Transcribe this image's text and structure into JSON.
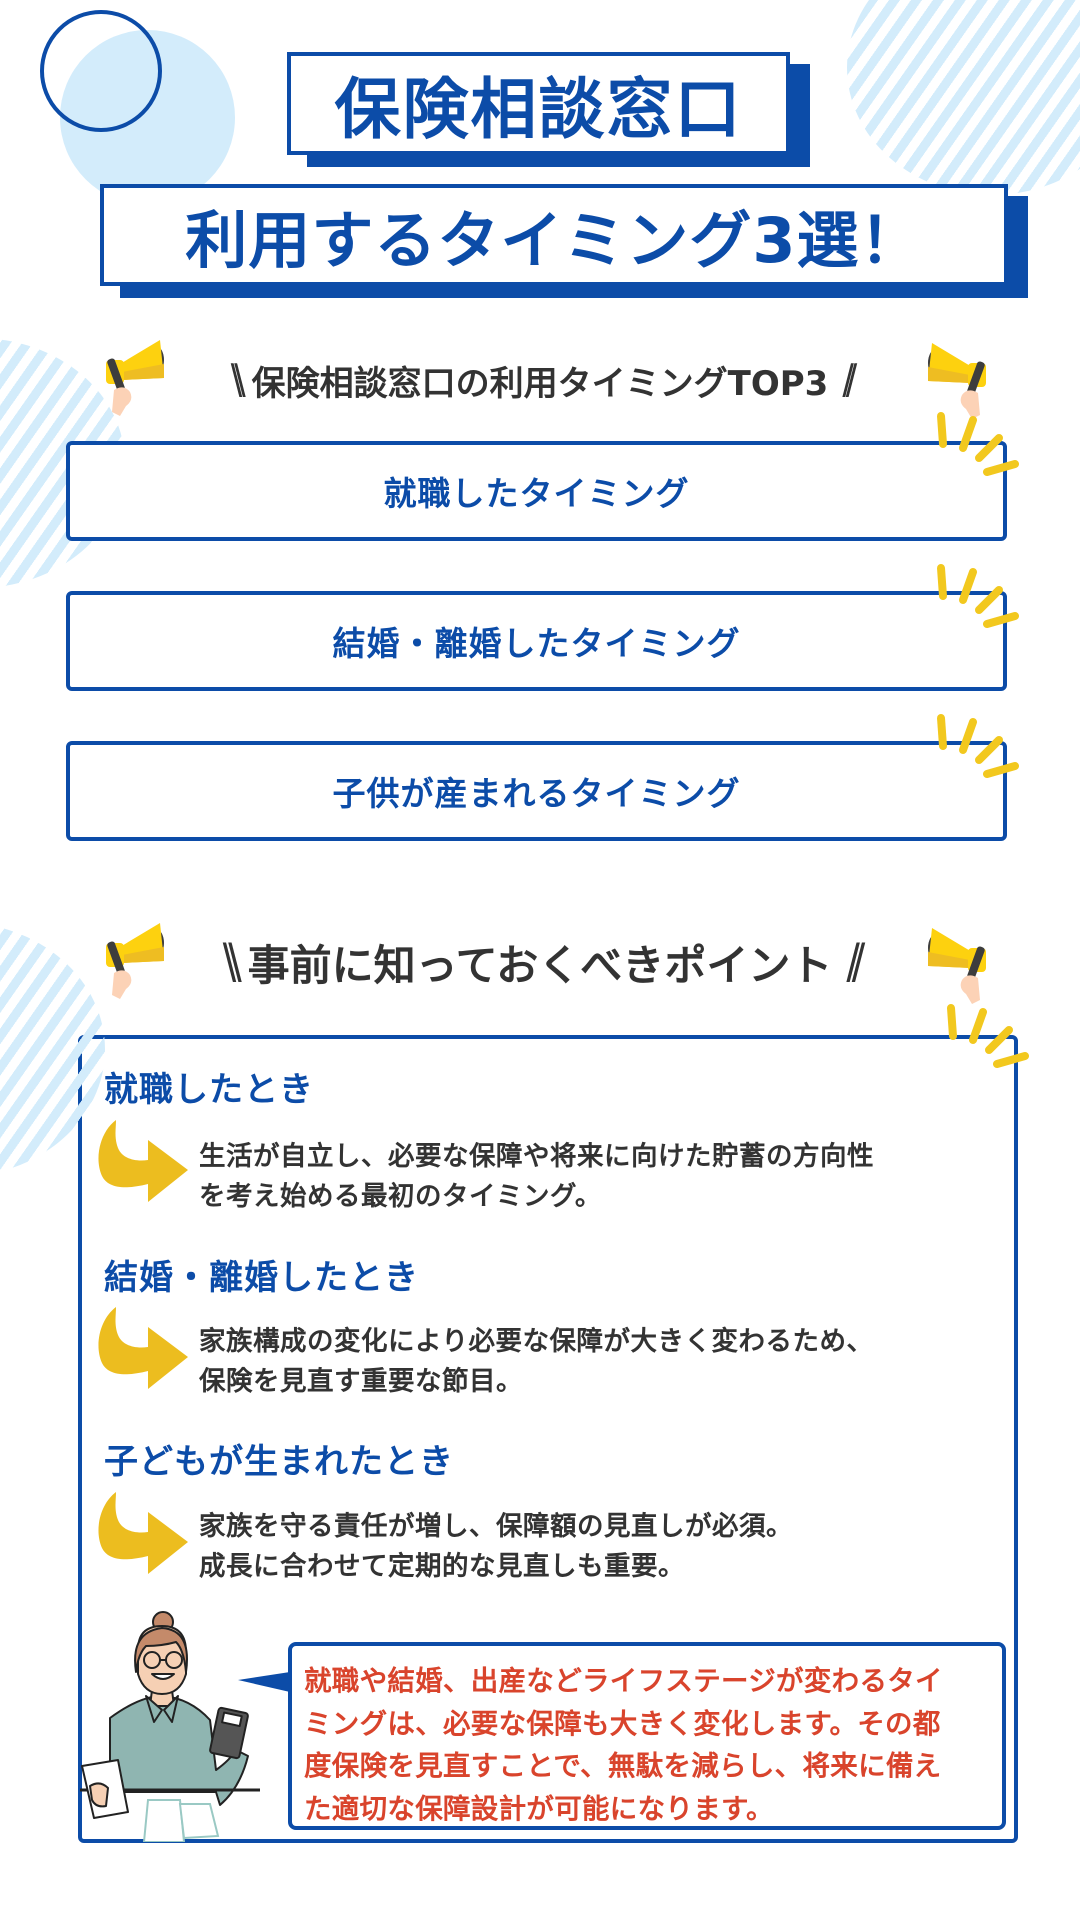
{
  "header": {
    "title_line1": "保険相談窓口",
    "title_line2": "利用するタイミング3選！"
  },
  "top3_section": {
    "heading": "保険相談窓口の利用タイミングTOP3",
    "heading_deco_left": "\\\\",
    "heading_deco_right": "//",
    "items": [
      {
        "label": "就職したタイミング"
      },
      {
        "label": "結婚・離婚したタイミング"
      },
      {
        "label": "子供が産まれるタイミング"
      }
    ]
  },
  "points_section": {
    "heading": "事前に知っておくべきポイント",
    "heading_deco_left": "\\\\",
    "heading_deco_right": "//",
    "points": [
      {
        "title": "就職したとき",
        "line1": "生活が自立し、必要な保障や将来に向けた貯蓄の方向性",
        "line2": "を考え始める最初のタイミング。"
      },
      {
        "title": "結婚・離婚したとき",
        "line1": "家族構成の変化により必要な保障が大きく変わるため、",
        "line2": "保険を見直す重要な節目。"
      },
      {
        "title": "子どもが生まれたとき",
        "line1": "家族を守る責任が増し、保障額の見直しが必須。",
        "line2": "成長に合わせて定期的な見直しも重要。"
      }
    ],
    "summary": {
      "line1": "就職や結婚、出産などライフステージが変わるタイ",
      "line2": "ミングは、必要な保障も大きく変化します。その都",
      "line3": "度保険を見直すことで、無駄を減らし、将来に備え",
      "line4": "た適切な保障設計が可能になります。"
    }
  },
  "icons": {
    "megaphone": "megaphone-icon",
    "sparkle": "sparkle-lines-icon",
    "arrow": "curved-arrow-right-icon",
    "advisor": "advisor-woman-illustration"
  },
  "colors": {
    "primary_blue": "#0c4ca8",
    "light_blue": "#d3ecfb",
    "accent_yellow": "#f2c81e",
    "text_dark": "#333333",
    "text_red": "#d9442c"
  }
}
